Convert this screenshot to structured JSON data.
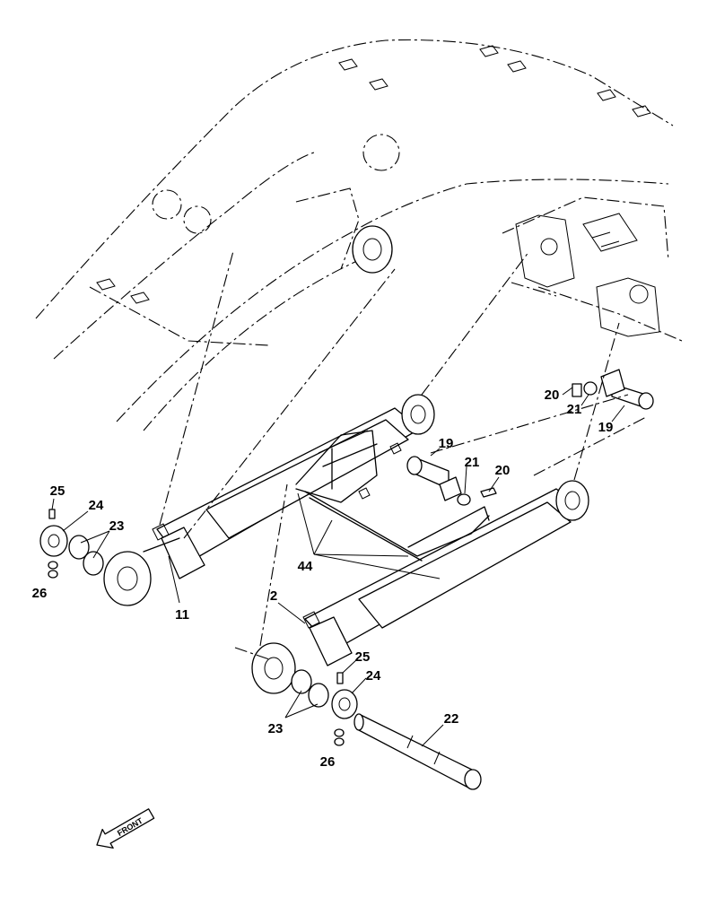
{
  "callouts": {
    "c2": "2",
    "c11": "11",
    "c19a": "19",
    "c19b": "19",
    "c20a": "20",
    "c20b": "20",
    "c21a": "21",
    "c21b": "21",
    "c22": "22",
    "c23a": "23",
    "c23b": "23",
    "c24a": "24",
    "c24b": "24",
    "c25a": "25",
    "c25b": "25",
    "c26a": "26",
    "c26b": "26",
    "c44": "44"
  },
  "front_arrow": {
    "label": "FRONT"
  }
}
